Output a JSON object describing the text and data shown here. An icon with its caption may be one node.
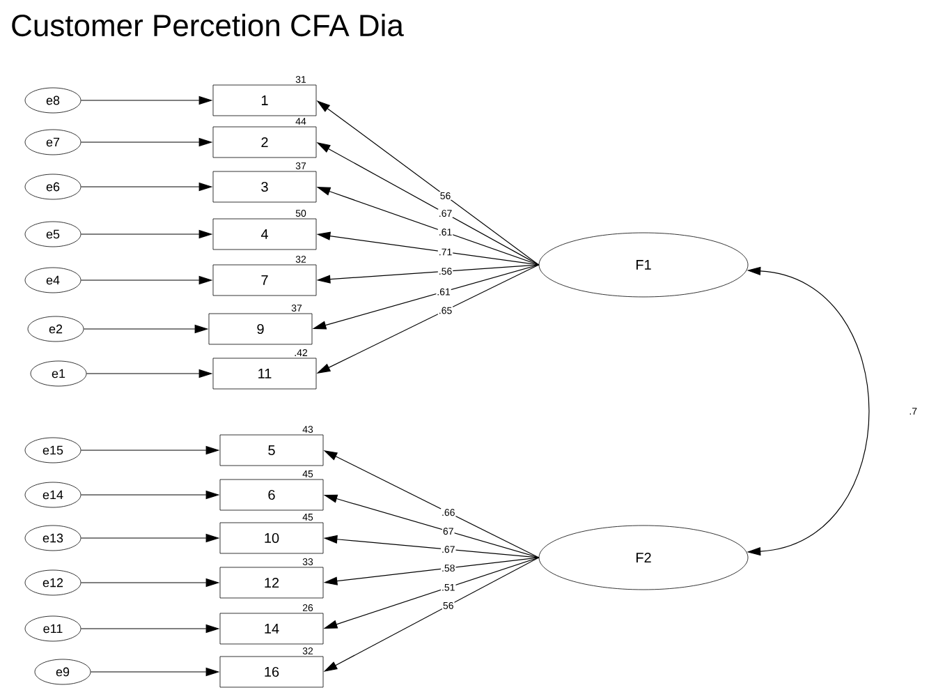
{
  "diagram": {
    "title": "Customer Percetion CFA Dia",
    "nodes": [
      {
        "text": [
          "e8"
        ]
      },
      {
        "text": [
          "e7"
        ]
      },
      {
        "text": [
          "e6"
        ]
      },
      {
        "text": [
          "e5"
        ]
      },
      {
        "text": [
          "e4"
        ]
      },
      {
        "text": [
          "e2"
        ]
      },
      {
        "text": [
          "e1"
        ]
      },
      {
        "text": [
          "1"
        ],
        "beside": [
          "31"
        ]
      },
      {
        "text": [
          "2"
        ],
        "beside": [
          "44"
        ]
      },
      {
        "text": [
          "3"
        ],
        "beside": [
          "37"
        ]
      },
      {
        "text": [
          "4"
        ],
        "beside": [
          "50"
        ]
      },
      {
        "text": [
          "7"
        ],
        "beside": [
          "32"
        ]
      },
      {
        "text": [
          "9"
        ],
        "beside": [
          "37"
        ]
      },
      {
        "text": [
          "11"
        ],
        "beside": [
          ".42"
        ]
      },
      {
        "text": [
          "F1"
        ]
      },
      {
        "text": [
          "e15"
        ]
      },
      {
        "text": [
          "e14"
        ]
      },
      {
        "text": [
          "e13"
        ]
      },
      {
        "text": [
          "e12"
        ]
      },
      {
        "text": [
          "e11"
        ]
      },
      {
        "text": [
          "e9"
        ]
      },
      {
        "text": [
          "5"
        ],
        "beside": [
          "43"
        ]
      },
      {
        "text": [
          "6"
        ],
        "beside": [
          "45"
        ]
      },
      {
        "text": [
          "10"
        ],
        "beside": [
          "45"
        ]
      },
      {
        "text": [
          "12"
        ],
        "beside": [
          "33"
        ]
      },
      {
        "text": [
          "14"
        ],
        "beside": [
          "26"
        ]
      },
      {
        "text": [
          "16"
        ],
        "beside": [
          "32"
        ]
      },
      {
        "text": [
          "F2"
        ]
      }
    ],
    "edges": [
      {
        "from": 0,
        "to": 7,
        "arrow": "to"
      },
      {
        "from": 1,
        "to": 8,
        "arrow": "to"
      },
      {
        "from": 2,
        "to": 9,
        "arrow": "to"
      },
      {
        "from": 3,
        "to": 10,
        "arrow": "to"
      },
      {
        "from": 4,
        "to": 11,
        "arrow": "to"
      },
      {
        "from": 5,
        "to": 12,
        "arrow": "to"
      },
      {
        "from": 6,
        "to": 13,
        "arrow": "to"
      },
      {
        "from": 14,
        "to": 7,
        "arrow": "to",
        "label": "56"
      },
      {
        "from": 14,
        "to": 8,
        "arrow": "to",
        "label": ".67"
      },
      {
        "from": 14,
        "to": 9,
        "arrow": "to",
        "label": ".61"
      },
      {
        "from": 14,
        "to": 10,
        "arrow": "to",
        "label": ".71"
      },
      {
        "from": 14,
        "to": 11,
        "arrow": "to",
        "label": ".56"
      },
      {
        "from": 14,
        "to": 12,
        "arrow": "to",
        "label": ".61"
      },
      {
        "from": 14,
        "to": 13,
        "arrow": "to",
        "label": ".65"
      },
      {
        "from": 15,
        "to": 21,
        "arrow": "to"
      },
      {
        "from": 16,
        "to": 22,
        "arrow": "to"
      },
      {
        "from": 17,
        "to": 23,
        "arrow": "to"
      },
      {
        "from": 18,
        "to": 24,
        "arrow": "to"
      },
      {
        "from": 19,
        "to": 25,
        "arrow": "to"
      },
      {
        "from": 20,
        "to": 26,
        "arrow": "to"
      },
      {
        "from": 27,
        "to": 21,
        "arrow": "to",
        "label": ".66"
      },
      {
        "from": 27,
        "to": 22,
        "arrow": "to",
        "label": "67"
      },
      {
        "from": 27,
        "to": 23,
        "arrow": "to",
        "label": ".67"
      },
      {
        "from": 27,
        "to": 24,
        "arrow": "to",
        "label": ".58"
      },
      {
        "from": 27,
        "to": 25,
        "arrow": "to",
        "label": ".51"
      },
      {
        "from": 27,
        "to": 26,
        "arrow": "to",
        "label": "56"
      },
      {
        "from": 27,
        "to": 14,
        "arrow": "both",
        "label": ".7"
      }
    ]
  }
}
